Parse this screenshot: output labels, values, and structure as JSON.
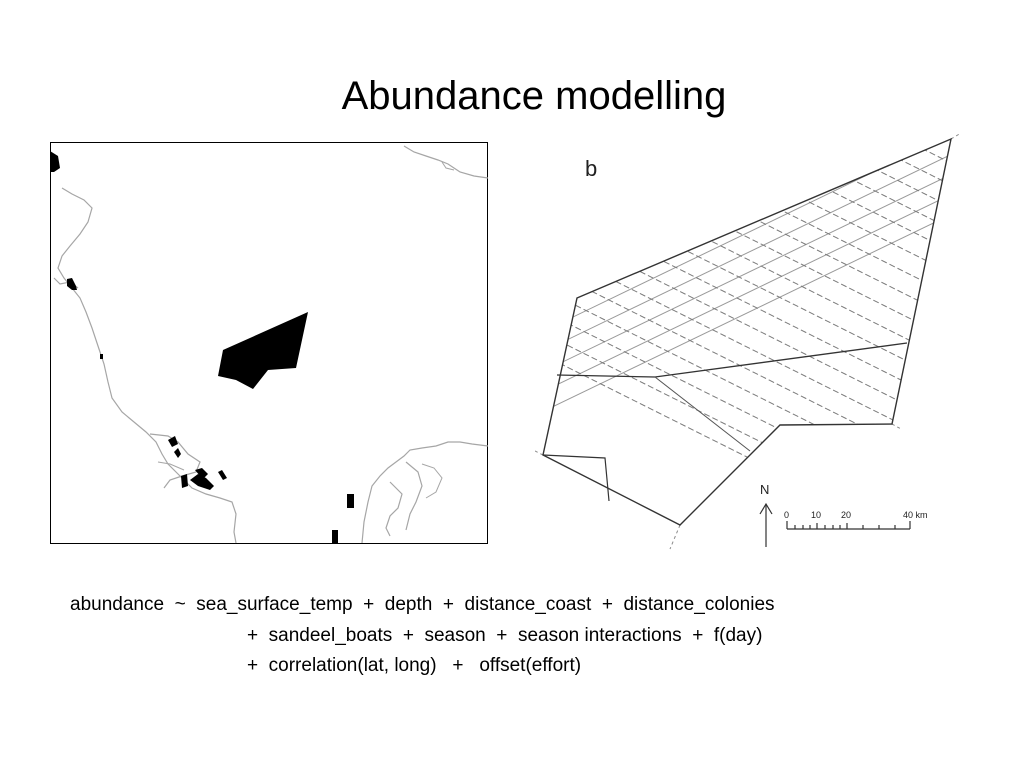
{
  "slide": {
    "title": "Abundance modelling"
  },
  "panel_b": {
    "label": "b",
    "north_label": "N",
    "scale_labels": [
      "0",
      "10",
      "20",
      "40 km"
    ]
  },
  "formula": {
    "line1": "abundance  ~  sea_surface_temp  +  depth  +  distance_coast  +  distance_colonies",
    "line2": "+  sandeel_boats  +  season  +  season interactions  +  f(day)",
    "line3": "+  correlation(lat, long)   +   offset(effort)"
  },
  "colors": {
    "text": "#000000",
    "coastline": "#a6a6a6",
    "fill": "#000000"
  }
}
